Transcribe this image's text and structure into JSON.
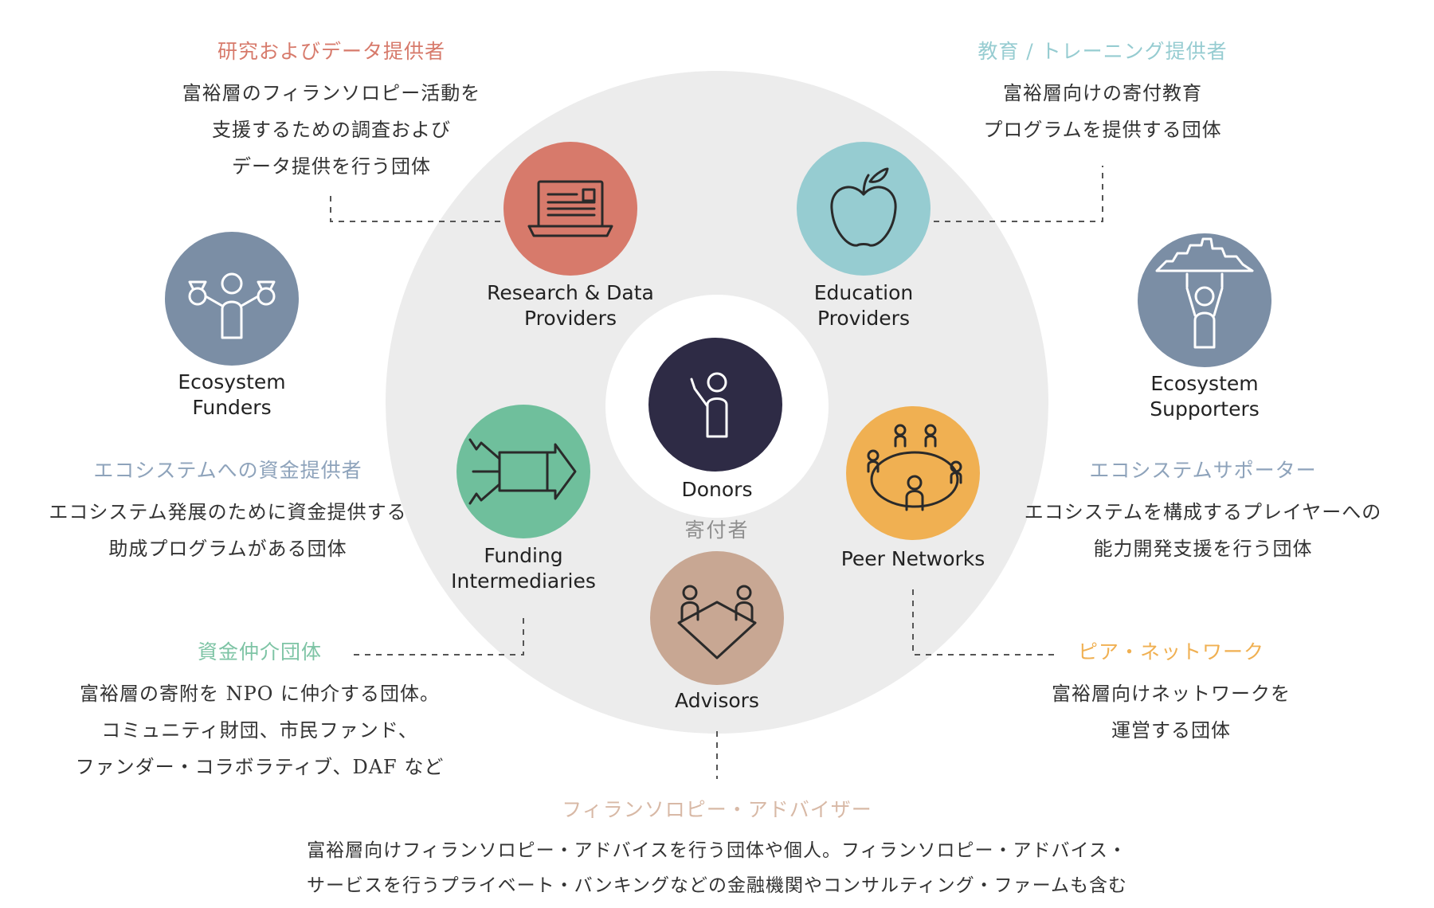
{
  "center": {
    "label": "Donors",
    "label_ja": "寄付者",
    "color": "#2e2b45"
  },
  "nodes": {
    "research": {
      "label": [
        "Research & Data",
        "Providers"
      ],
      "color": "#d77a6b",
      "icon": "laptop-icon"
    },
    "education": {
      "label": [
        "Education",
        "Providers"
      ],
      "color": "#96ccd1",
      "icon": "apple-icon"
    },
    "funding": {
      "label": [
        "Funding",
        "Intermediaries"
      ],
      "color": "#6fbf9c",
      "icon": "arrows-into-box-icon"
    },
    "peer": {
      "label": [
        "Peer Networks"
      ],
      "color": "#f0b052",
      "icon": "people-circle-icon"
    },
    "advisors": {
      "label": [
        "Advisors"
      ],
      "color": "#c8a793",
      "icon": "people-table-icon"
    },
    "funders": {
      "label": [
        "Ecosystem",
        "Funders"
      ],
      "color": "#7b8ea5",
      "icon": "person-money-bags-icon"
    },
    "supporters": {
      "label": [
        "Ecosystem",
        "Supporters"
      ],
      "color": "#7b8ea5",
      "icon": "person-holding-city-icon"
    }
  },
  "descriptions": {
    "research": {
      "heading": "研究およびデータ提供者",
      "color": "#d77a6b",
      "lines": [
        "富裕層のフィランソロピー活動を",
        "支援するための調査および",
        "データ提供を行う団体"
      ]
    },
    "education": {
      "heading": "教育 / トレーニング提供者",
      "color": "#96ccd1",
      "lines": [
        "富裕層向けの寄付教育",
        "プログラムを提供する団体"
      ]
    },
    "funders": {
      "heading": "エコシステムへの資金提供者",
      "color": "#8ea3bb",
      "lines": [
        "エコシステム発展のために資金提供する",
        "助成プログラムがある団体"
      ]
    },
    "supporters": {
      "heading": "エコシステムサポーター",
      "color": "#8ea3bb",
      "lines": [
        "エコシステムを構成するプレイヤーへの",
        "能力開発支援を行う団体"
      ]
    },
    "funding": {
      "heading": "資金仲介団体",
      "color": "#7ec4a5",
      "lines": [
        "富裕層の寄附を NPO に仲介する団体。",
        "コミュニティ財団、市民ファンド、",
        "ファンダー・コラボラティブ、DAF など"
      ]
    },
    "peer": {
      "heading": "ピア・ネットワーク",
      "color": "#f0b052",
      "lines": [
        "富裕層向けネットワークを",
        "運営する団体"
      ]
    },
    "advisors": {
      "heading": "フィランソロピー・アドバイザー",
      "color": "#d8b9a6",
      "lines": [
        "富裕層向けフィランソロピー・アドバイスを行う団体や個人。フィランソロピー・アドバイス・",
        "サービスを行うプライベート・バンキングなどの金融機関やコンサルティング・ファームも含む"
      ]
    }
  }
}
